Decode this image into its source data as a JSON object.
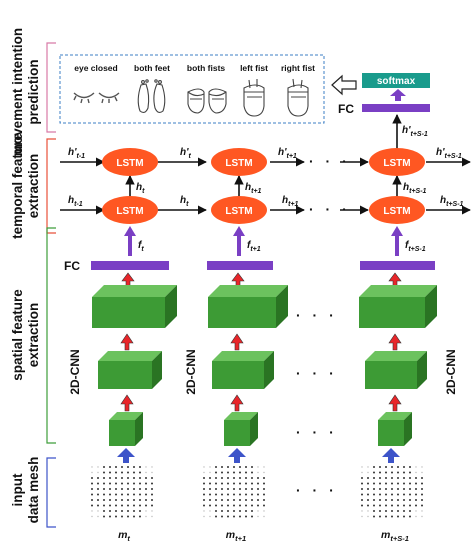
{
  "stages": {
    "movement": [
      "movement intention",
      "prediction"
    ],
    "temporal": [
      "temporal feature",
      "extraction"
    ],
    "spatial": [
      "spatial feature",
      "extraction"
    ],
    "input": [
      "input",
      "data mesh"
    ]
  },
  "classes": [
    "eye closed",
    "both feet",
    "both fists",
    "left fist",
    "right fist"
  ],
  "softmax_label": "softmax",
  "fc_label": "FC",
  "lstm_label": "LSTM",
  "cnn_label": "2D-CNN",
  "ellipsis": "· · ·",
  "top_states": {
    "left": {
      "base": "h'",
      "sub": "t-1"
    },
    "labels": [
      {
        "base": "h'",
        "sub": "t"
      },
      {
        "base": "h'",
        "sub": "t+1"
      },
      {
        "base": "h'",
        "sub": "t+S-1"
      }
    ],
    "up": {
      "base": "h'",
      "sub": "t+S-1"
    }
  },
  "bottom_states": {
    "left": {
      "base": "h",
      "sub": "t-1"
    },
    "labels": [
      {
        "base": "h",
        "sub": "t"
      },
      {
        "base": "h",
        "sub": "t+1"
      },
      {
        "base": "h",
        "sub": "t+S-1"
      }
    ],
    "up": [
      {
        "base": "h",
        "sub": "t"
      },
      {
        "base": "h",
        "sub": "t+1"
      },
      {
        "base": "h",
        "sub": "t+S-1"
      }
    ]
  },
  "features": [
    {
      "base": "f",
      "sub": "t"
    },
    {
      "base": "f",
      "sub": "t+1"
    },
    {
      "base": "f",
      "sub": "t+S-1"
    }
  ],
  "meshes": [
    {
      "base": "m",
      "sub": "t"
    },
    {
      "base": "m",
      "sub": "t+1"
    },
    {
      "base": "m",
      "sub": "t+S-1"
    }
  ],
  "colors": {
    "lstm": "#ff5722",
    "cube_front": "#3d9b35",
    "cube_top": "#6cc25e",
    "cube_side": "#2a7423",
    "fc_bar": "#7a3fc4",
    "softmax": "#199b8c",
    "red_arrow": "#e8262a",
    "blue_arrow": "#3d54c9",
    "purple_arrow": "#7a3fc4",
    "bracket_red": "#e8503a",
    "bracket_green": "#3e9e3a",
    "bracket_blue": "#3d54c9",
    "bracket_pink": "#d87aa6",
    "dashed_box": "#3c7fc4"
  }
}
